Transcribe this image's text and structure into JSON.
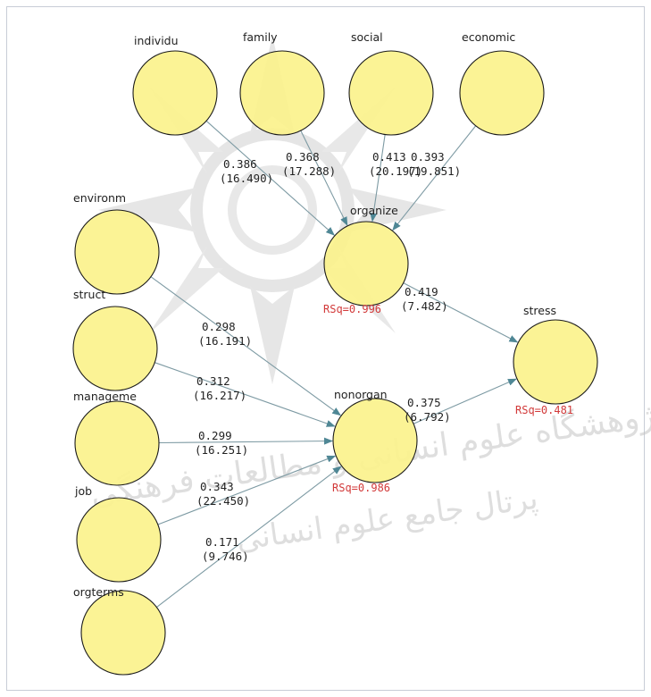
{
  "colors": {
    "node_fill": "#FBF28C",
    "node_stroke": "#1a1a1a",
    "path_line": "#7d9aa3",
    "arrowhead": "#4f8795",
    "rsq_text": "#d23a3a",
    "watermark": "#c9c9c9"
  },
  "nodes": {
    "individu": {
      "label": "individu"
    },
    "family": {
      "label": "family"
    },
    "social": {
      "label": "social"
    },
    "economic": {
      "label": "economic"
    },
    "environm": {
      "label": "environm"
    },
    "struct": {
      "label": "struct"
    },
    "manageme": {
      "label": "manageme"
    },
    "job": {
      "label": "job"
    },
    "orgterms": {
      "label": "orgterms"
    },
    "organize": {
      "label": "organize",
      "rsq": "RSq=0.996"
    },
    "nonorgan": {
      "label": "nonorgan",
      "rsq": "RSq=0.986"
    },
    "stress": {
      "label": "stress",
      "rsq": "RSq=0.481"
    }
  },
  "paths": [
    {
      "from": "individu",
      "to": "organize",
      "coef": "0.386",
      "t": "(16.490)"
    },
    {
      "from": "family",
      "to": "organize",
      "coef": "0.368",
      "t": "(17.288)"
    },
    {
      "from": "social",
      "to": "organize",
      "coef": "0.413",
      "t": "(20.197)"
    },
    {
      "from": "economic",
      "to": "organize",
      "coef": "0.393",
      "t": "(19.851)"
    },
    {
      "from": "environm",
      "to": "nonorgan",
      "coef": "0.298",
      "t": "(16.191)"
    },
    {
      "from": "struct",
      "to": "nonorgan",
      "coef": "0.312",
      "t": "(16.217)"
    },
    {
      "from": "manageme",
      "to": "nonorgan",
      "coef": "0.299",
      "t": "(16.251)"
    },
    {
      "from": "job",
      "to": "nonorgan",
      "coef": "0.343",
      "t": "(22.450)"
    },
    {
      "from": "orgterms",
      "to": "nonorgan",
      "coef": "0.171",
      "t": "(9.746)"
    },
    {
      "from": "organize",
      "to": "stress",
      "coef": "0.419",
      "t": "(7.482)"
    },
    {
      "from": "nonorgan",
      "to": "stress",
      "coef": "0.375",
      "t": "(6.792)"
    }
  ],
  "watermark": {
    "line1": "پژوهشگاه علوم انسانی و مطالعات فرهنگی",
    "line2": "پرتال جامع علوم انسانی"
  }
}
